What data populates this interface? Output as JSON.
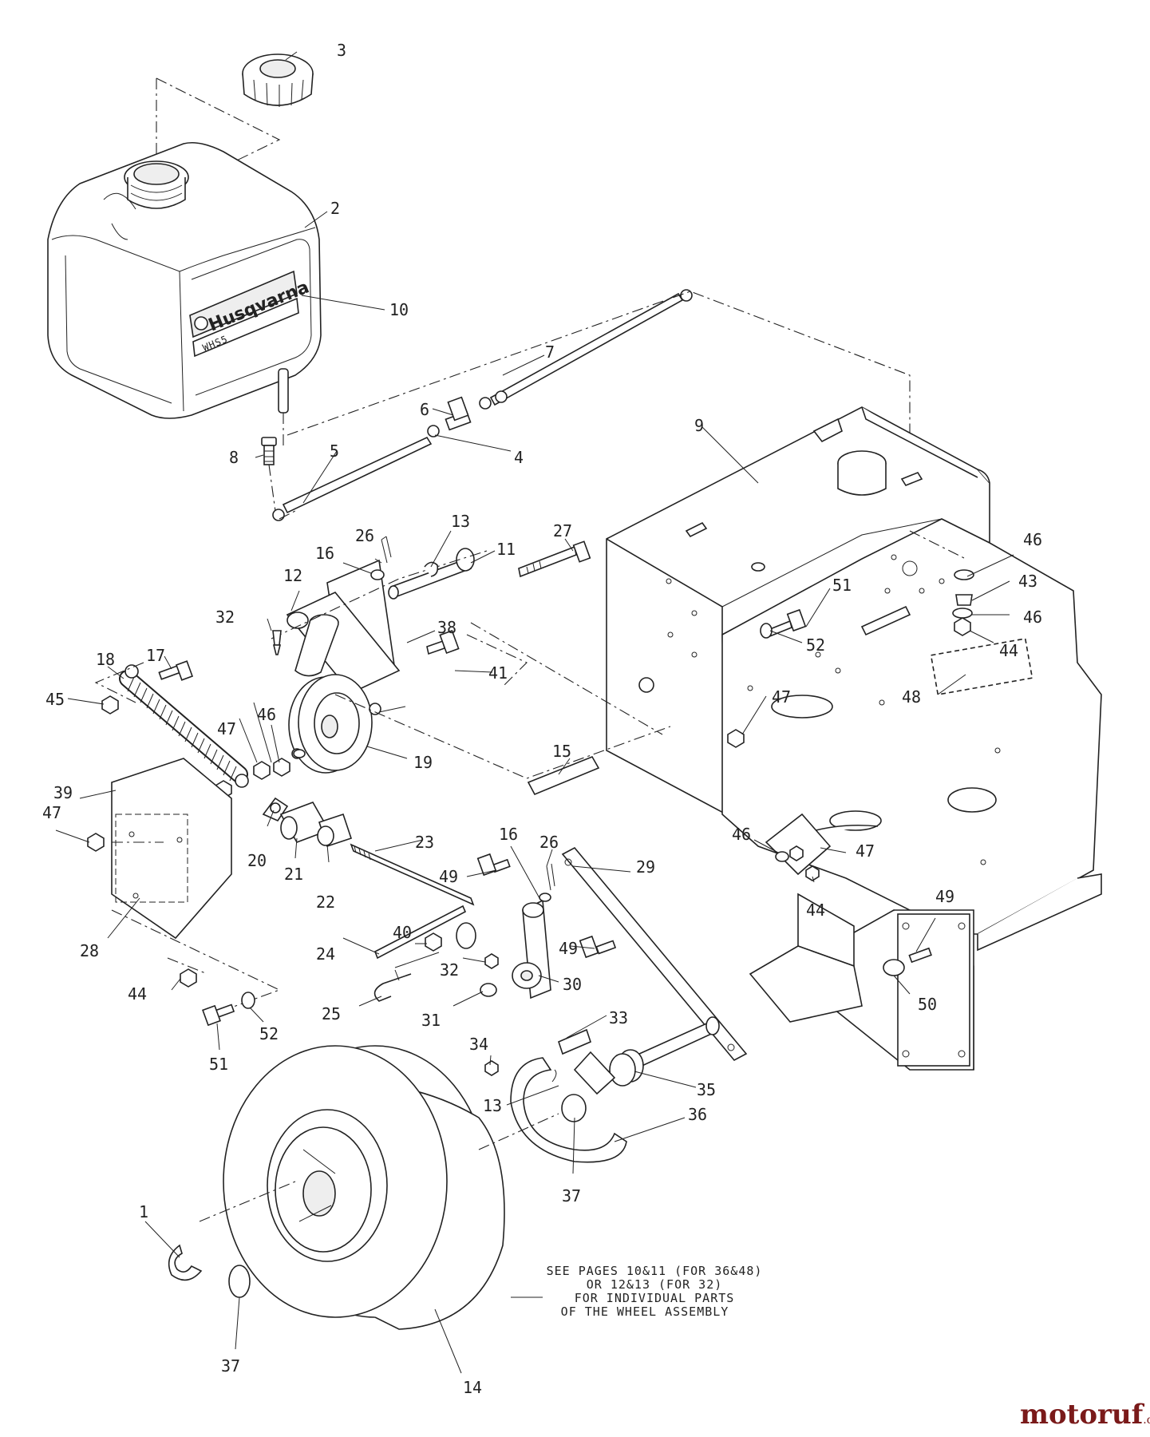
{
  "brand": {
    "tank_logo": "Husqvarna",
    "tank_model": "WHS5",
    "watermark_name": "motoruf",
    "watermark_suffix": ".de",
    "watermark_color": "#7a1a1a"
  },
  "note": {
    "lines": [
      "SEE PAGES 10&11 (FOR 36&48)",
      "OR 12&13 (FOR 32)",
      "FOR INDIVIDUAL PARTS",
      "OF THE WHEEL ASSEMBLY"
    ]
  },
  "callouts": [
    "3",
    "2",
    "10",
    "7",
    "6",
    "4",
    "5",
    "8",
    "9",
    "26",
    "13",
    "11",
    "27",
    "16",
    "12",
    "32",
    "38",
    "41",
    "51",
    "52",
    "46",
    "43",
    "44",
    "17",
    "18",
    "45",
    "47",
    "19",
    "15",
    "48",
    "39",
    "20",
    "21",
    "22",
    "23",
    "28",
    "26",
    "16",
    "29",
    "49",
    "49",
    "24",
    "40",
    "32",
    "30",
    "31",
    "33",
    "25",
    "34",
    "13",
    "35",
    "36",
    "37",
    "1",
    "37",
    "14",
    "50",
    "49",
    "44",
    "51",
    "52",
    "47",
    "46",
    "47",
    "46",
    "44",
    "47",
    "46"
  ]
}
